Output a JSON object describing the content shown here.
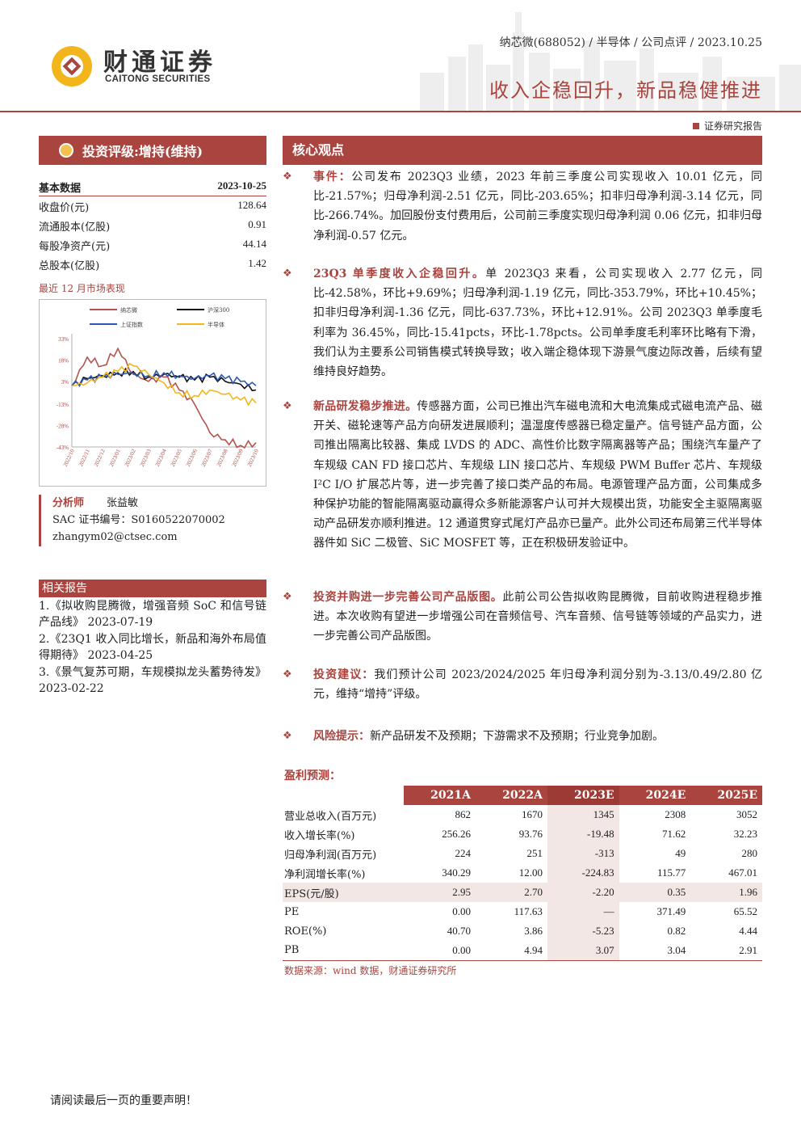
{
  "header": {
    "logo_cn": "财通证券",
    "logo_en": "CAITONG SECURITIES",
    "meta": "纳芯微(688052) / 半导体 / 公司点评 / 2023.10.25",
    "headline": "收入企稳回升，新品稳健推进",
    "report_type": "证券研究报告"
  },
  "rating": {
    "label": "投资评级:增持(维持)"
  },
  "basic": {
    "title": "基本数据",
    "date": "2023-10-25",
    "rows": [
      {
        "k": "收盘价(元)",
        "v": "128.64"
      },
      {
        "k": "流通股本(亿股)",
        "v": "0.91"
      },
      {
        "k": "每股净资产(元)",
        "v": "44.14"
      },
      {
        "k": "总股本(亿股)",
        "v": "1.42"
      }
    ]
  },
  "market": {
    "label": "最近 12 月市场表现"
  },
  "chart_data": {
    "type": "line",
    "x": [
      "2022/10",
      "2022/11",
      "2022/12",
      "2023/01",
      "2023/02",
      "2023/03",
      "2023/04",
      "2023/05",
      "2023/06",
      "2023/07",
      "2023/08",
      "2023/09",
      "2023/10"
    ],
    "yticks": [
      "33%",
      "18%",
      "3%",
      "-13%",
      "-28%",
      "-43%"
    ],
    "ylim": [
      -43,
      33
    ],
    "series": [
      {
        "name": "纳芯微",
        "color": "#b4534d",
        "values": [
          0,
          20,
          14,
          26,
          8,
          3,
          6,
          -3,
          -13,
          -33,
          -38,
          -42,
          -40
        ]
      },
      {
        "name": "沪深300",
        "color": "#111111",
        "values": [
          0,
          5,
          7,
          9,
          10,
          6,
          8,
          6,
          4,
          6,
          3,
          1,
          -3
        ]
      },
      {
        "name": "上证指数",
        "color": "#2c58b0",
        "values": [
          0,
          4,
          6,
          8,
          9,
          7,
          9,
          7,
          5,
          7,
          5,
          3,
          0
        ]
      },
      {
        "name": "半导体",
        "color": "#f2b51c",
        "values": [
          0,
          2,
          6,
          10,
          14,
          8,
          2,
          -5,
          -7,
          -3,
          -6,
          -10,
          -12
        ]
      }
    ]
  },
  "analyst": {
    "role": "分析师",
    "name": "张益敏",
    "sac": "SAC 证书编号：S0160522070002",
    "email": "zhangym02@ctsec.com"
  },
  "related": {
    "title": "相关报告",
    "items": [
      "1.《拟收购昆腾微，增强音频 SoC 和信号链产品线》 2023-07-19",
      "2.《23Q1 收入同比增长，新品和海外布局值得期待》 2023-04-25",
      "3.《景气复苏可期，车规模拟龙头蓄势待发》 2023-02-22"
    ]
  },
  "core": {
    "title": "核心观点",
    "points": [
      {
        "head": "事件：",
        "text": "公司发布 2023Q3 业绩，2023 年前三季度公司实现收入 10.01 亿元，同比-21.57%；归母净利润-2.51 亿元，同比-203.65%；扣非归母净利润-3.14 亿元，同比-266.74%。加回股份支付费用后，公司前三季度实现归母净利润 0.06 亿元，扣非归母净利润-0.57 亿元。"
      },
      {
        "head": "23Q3 单季度收入企稳回升。",
        "text": "单 2023Q3 来看，公司实现收入 2.77 亿元，同比-42.58%，环比+9.69%；归母净利润-1.19 亿元，同比-353.79%，环比+10.45%；扣非归母净利润-1.36 亿元，同比-637.73%，环比+12.91%。公司 2023Q3 单季度毛利率为 36.45%，同比-15.41pcts，环比-1.78pcts。公司单季度毛利率环比略有下滑，我们认为主要系公司销售模式转换导致；收入端企稳体现下游景气度边际改善，后续有望维持良好趋势。"
      },
      {
        "head": "新品研发稳步推进。",
        "text": "传感器方面，公司已推出汽车磁电流和大电流集成式磁电流产品、磁开关、磁轮速等产品方向研发进展顺利；温湿度传感器已稳定量产。信号链产品方面，公司推出隔离比较器、集成 LVDS 的 ADC、高性价比数字隔离器等产品；围绕汽车量产了车规级 CAN FD 接口芯片、车规级 LIN 接口芯片、车规级 PWM Buffer 芯片、车规级 I²C I/O 扩展芯片等，进一步完善了接口类产品的布局。电源管理产品方面，公司集成多种保护功能的智能隔离驱动赢得众多新能源客户认可并大规模出货，功能安全主驱隔离驱动产品研发亦顺利推进。12 通道贯穿式尾灯产品亦已量产。此外公司还布局第三代半导体器件如 SiC 二极管、SiC MOSFET 等，正在积极研发验证中。"
      },
      {
        "head": "投资并购进一步完善公司产品版图。",
        "text": "此前公司公告拟收购昆腾微，目前收购进程稳步推进。本次收购有望进一步增强公司在音频信号、汽车音频、信号链等领域的产品实力，进一步完善公司产品版图。"
      },
      {
        "head": "投资建议：",
        "text": "我们预计公司 2023/2024/2025 年归母净利润分别为-3.13/0.49/2.80 亿元，维持“增持”评级。"
      },
      {
        "head": "风险提示：",
        "text": "新产品研发不及预期；下游需求不及预期；行业竞争加剧。"
      }
    ]
  },
  "forecast": {
    "title": "盈利预测：",
    "columns": [
      "",
      "2021A",
      "2022A",
      "2023E",
      "2024E",
      "2025E"
    ],
    "rows": [
      [
        "营业总收入(百万元)",
        "862",
        "1670",
        "1345",
        "2308",
        "3052"
      ],
      [
        "收入增长率(%)",
        "256.26",
        "93.76",
        "-19.48",
        "71.62",
        "32.23"
      ],
      [
        "归母净利润(百万元)",
        "224",
        "251",
        "-313",
        "49",
        "280"
      ],
      [
        "净利润增长率(%)",
        "340.29",
        "12.00",
        "-224.83",
        "115.77",
        "467.01"
      ],
      [
        "EPS(元/股)",
        "2.95",
        "2.70",
        "-2.20",
        "0.35",
        "1.96"
      ],
      [
        "PE",
        "0.00",
        "117.63",
        "—",
        "371.49",
        "65.52"
      ],
      [
        "ROE(%)",
        "40.70",
        "3.86",
        "-5.23",
        "0.82",
        "4.44"
      ],
      [
        "PB",
        "0.00",
        "4.94",
        "3.07",
        "3.04",
        "2.91"
      ]
    ],
    "source": "数据来源：wind 数据，财通证券研究所"
  },
  "footer": {
    "note": "请阅读最后一页的重要声明！"
  },
  "colors": {
    "brand": "#a9443f",
    "logo_gold": "#f2b51c"
  }
}
